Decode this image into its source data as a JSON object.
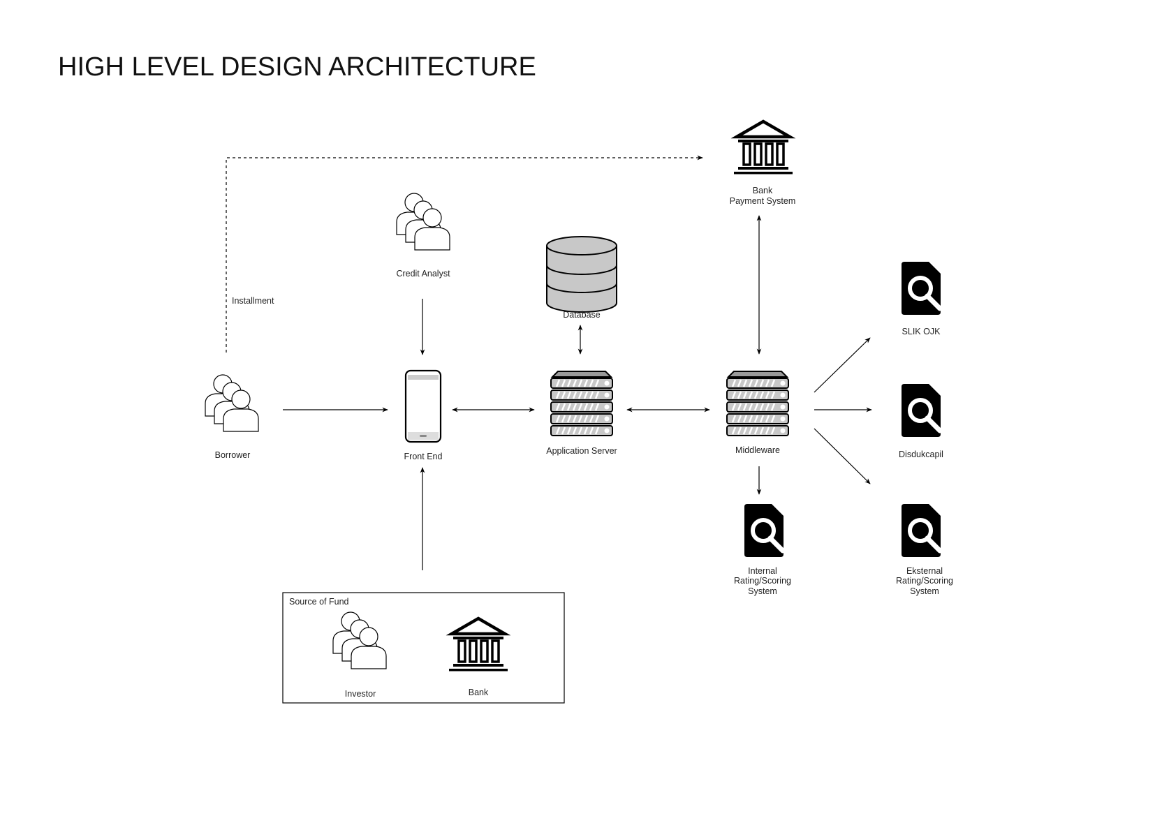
{
  "title": "HIGH LEVEL DESIGN ARCHITECTURE",
  "nodes": {
    "borrower": {
      "label": "Borrower",
      "icon": "users-icon"
    },
    "credit_analyst": {
      "label": "Credit Analyst",
      "icon": "users-icon"
    },
    "front_end": {
      "label": "Front End",
      "icon": "smartphone-icon"
    },
    "database": {
      "label": "Database",
      "icon": "database-icon"
    },
    "application_server": {
      "label": "Application Server",
      "icon": "server-icon"
    },
    "middleware": {
      "label": "Middleware",
      "icon": "server-icon"
    },
    "bank_payment_system": {
      "label_lines": [
        "Bank",
        "Payment System"
      ],
      "icon": "bank-icon"
    },
    "slik_ojk": {
      "label": "SLIK OJK",
      "icon": "file-search-icon"
    },
    "disdukcapil": {
      "label": "Disdukcapil",
      "icon": "file-search-icon"
    },
    "internal_rating": {
      "label_lines": [
        "Internal",
        "Rating/Scoring",
        "System"
      ],
      "icon": "file-search-icon"
    },
    "eksternal_rating": {
      "label_lines": [
        "Eksternal",
        "Rating/Scoring",
        "System"
      ],
      "icon": "file-search-icon"
    }
  },
  "source_of_fund": {
    "label": "Source of Fund",
    "investor": {
      "label": "Investor",
      "icon": "users-icon"
    },
    "bank": {
      "label": "Bank",
      "icon": "bank-icon"
    }
  },
  "edges": {
    "installment": {
      "label": "Installment",
      "style": "dashed"
    }
  },
  "colors": {
    "stroke": "#000000",
    "icon_fill_gray": "#c8c8c8",
    "icon_dark": "#000000"
  }
}
